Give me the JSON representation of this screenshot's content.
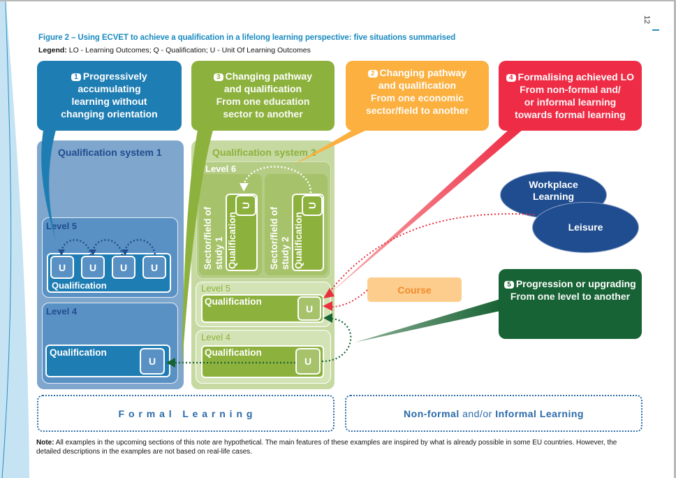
{
  "page": {
    "number": "12"
  },
  "figure": {
    "title": "Figure 2 – Using ECVET to achieve a qualification in a lifelong learning perspective: five situations summarised",
    "legend_label": "Legend:",
    "legend_text": " LO - Learning Outcomes; Q - Qualification; U - Unit Of Learning Outcomes"
  },
  "colors": {
    "blue_dark": "#1e7db3",
    "blue_mid": "#5a91c4",
    "blue_light": "#7fa6cd",
    "green_dark": "#8db13d",
    "green_light": "#c6d9a1",
    "orange": "#fbb040",
    "red": "#ee2c45",
    "dark_green": "#186335",
    "navy": "#1f4d8f"
  },
  "situations": [
    {
      "number": "1",
      "title_lines": [
        "Progressively",
        "accumulating",
        "learning without",
        "changing orientation"
      ]
    },
    {
      "number": "3",
      "title_lines": [
        "Changing pathway",
        "and qualification"
      ],
      "sub_lines": [
        "From one education",
        "sector to another"
      ]
    },
    {
      "number": "2",
      "title_lines": [
        "Changing pathway",
        "and qualification"
      ],
      "sub_lines": [
        "From one economic",
        "sector/field to another"
      ]
    },
    {
      "number": "4",
      "title_lines": [
        "Formalising achieved LO"
      ],
      "sub_lines": [
        "From non-formal and/",
        "or informal learning",
        "towards formal learning"
      ]
    },
    {
      "number": "5",
      "title_lines": [
        "Progression or upgrading"
      ],
      "sub_lines": [
        "From one level to another"
      ]
    }
  ],
  "qualification_system_1": {
    "title": "Qualification system 1",
    "level5": {
      "label": "Level 5",
      "qualification": "Qualification",
      "units": [
        "U",
        "U",
        "U",
        "U"
      ]
    },
    "level4": {
      "label": "Level 4",
      "qualification": "Qualification",
      "unit": "U"
    }
  },
  "qualification_system_2": {
    "title": "Qualification system 2",
    "level6": {
      "label": "Level 6",
      "sectors": [
        {
          "label_line1": "Sector/field of",
          "label_line2": "study 1",
          "qualification": "Qualification",
          "unit": "U"
        },
        {
          "label_line1": "Sector/field of",
          "label_line2": "study 2",
          "qualification": "Qualification",
          "unit": "U"
        }
      ]
    },
    "level5": {
      "label": "Level 5",
      "qualification": "Qualification",
      "unit": "U"
    },
    "level4": {
      "label": "Level 4",
      "qualification": "Qualification",
      "unit": "U"
    }
  },
  "non_formal": {
    "workplace": [
      "Workplace",
      "Learning"
    ],
    "leisure": "Leisure",
    "course": "Course"
  },
  "footer_boxes": {
    "formal": "F o r m a l   L e a r n i n g",
    "non_formal_a": "Non-formal ",
    "non_formal_b": "and/or ",
    "non_formal_c": "Informal Learning"
  },
  "note": {
    "label": "Note:",
    "text": " All examples in the upcoming sections of this note are hypothetical. The main features of these examples are inspired by what is already possible in some EU countries. However, the detailed descriptions in the examples are not based on real-life cases."
  }
}
